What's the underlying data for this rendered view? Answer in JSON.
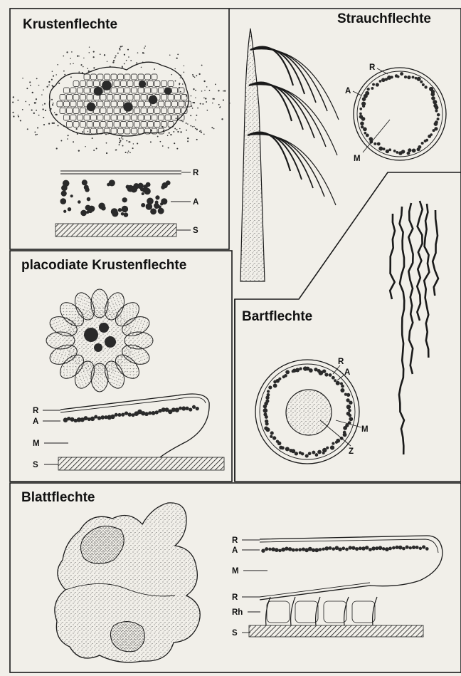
{
  "panels": {
    "krustenflechte": {
      "title": "Krustenflechte",
      "labels": {
        "r": "R",
        "a": "A",
        "s": "S"
      }
    },
    "strauchflechte": {
      "title": "Strauchflechte",
      "labels": {
        "r": "R",
        "a": "A",
        "m": "M"
      }
    },
    "placodiate": {
      "title": "placodiate  Krustenflechte",
      "labels": {
        "r": "R",
        "a": "A",
        "m": "M",
        "s": "S"
      }
    },
    "bartflechte": {
      "title": "Bartflechte",
      "labels": {
        "r": "R",
        "a": "A",
        "m": "M",
        "z": "Z"
      }
    },
    "blattflechte": {
      "title": "Blattflechte",
      "labels": {
        "r": "R",
        "a": "A",
        "m": "M",
        "r2": "R",
        "rh": "Rh",
        "s": "S"
      }
    }
  },
  "colors": {
    "paper": "#f1efe9",
    "ink": "#1a1a1a"
  }
}
